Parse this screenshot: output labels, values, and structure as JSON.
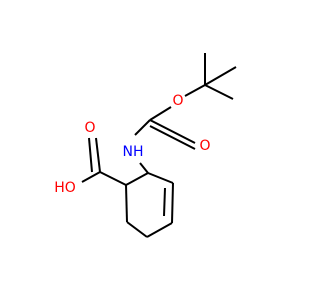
{
  "molecule": {
    "atoms": {
      "carbonyl_oxygen_boc": {
        "text": "O",
        "color": "#ff0000"
      },
      "ester_oxygen_boc": {
        "text": "O",
        "color": "#ff0000"
      },
      "amine_nitrogen": {
        "text": "NH",
        "color": "#0000ff"
      },
      "carbonyl_oxygen_acid": {
        "text": "O",
        "color": "#ff0000"
      },
      "hydroxyl_oxygen": {
        "text": "HO",
        "color": "#ff0000"
      }
    },
    "bond_color": "#000000"
  }
}
